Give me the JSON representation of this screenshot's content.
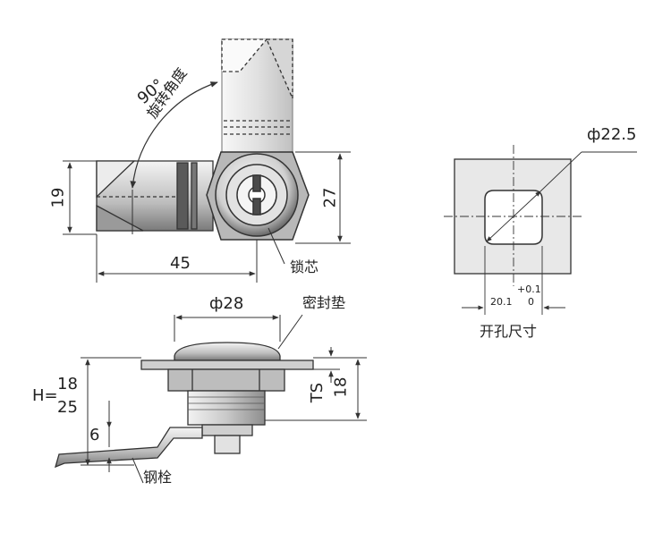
{
  "top_view": {
    "angle": "90°",
    "angle_caption": "旋转角度",
    "dim_width": "45",
    "dim_height_left": "19",
    "dim_height_right": "27",
    "core_label": "锁芯"
  },
  "side_view": {
    "diameter": "ф28",
    "gasket_label": "密封垫",
    "h_prefix": "H=",
    "h_value_1": "18",
    "h_value_2": "25",
    "ts_label": "TS",
    "dim_18": "18",
    "dim_6": "6",
    "latch_label": "钢栓"
  },
  "cutout_view": {
    "diameter": "ф22.5",
    "tolerance": "+0.1",
    "tolerance_zero": "0",
    "width": "20.1",
    "caption": "开孔尺寸"
  },
  "colors": {
    "line": "#333333",
    "metal_light": "#d8d8d8",
    "metal_mid": "#b0b0b0",
    "metal_dark": "#555555",
    "panel": "#e6e6e6"
  }
}
